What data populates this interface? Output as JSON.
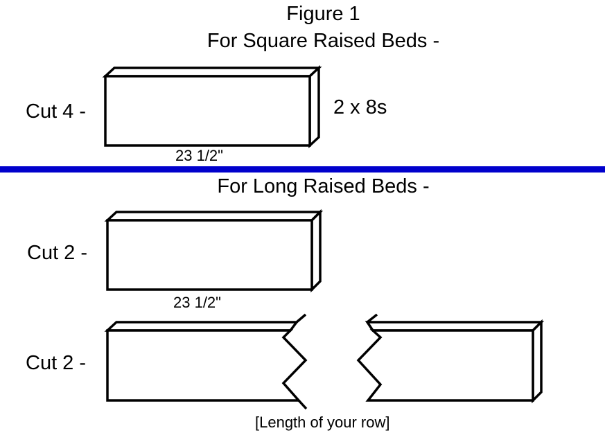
{
  "figure": {
    "title": "Figure 1",
    "square_section": {
      "heading": "For Square Raised Beds -",
      "cut_label": "Cut 4 -",
      "lumber_label": "2 x 8s",
      "length_label": "23 1/2\""
    },
    "long_section": {
      "heading": "For Long Raised Beds -",
      "short_board": {
        "cut_label": "Cut 2 -",
        "length_label": "23 1/2\""
      },
      "long_board": {
        "cut_label": "Cut 2 -",
        "length_label": "[Length of your row]"
      }
    }
  },
  "colors": {
    "divider": "#0000cc",
    "board_stroke": "#000000",
    "board_fill": "#ffffff"
  }
}
